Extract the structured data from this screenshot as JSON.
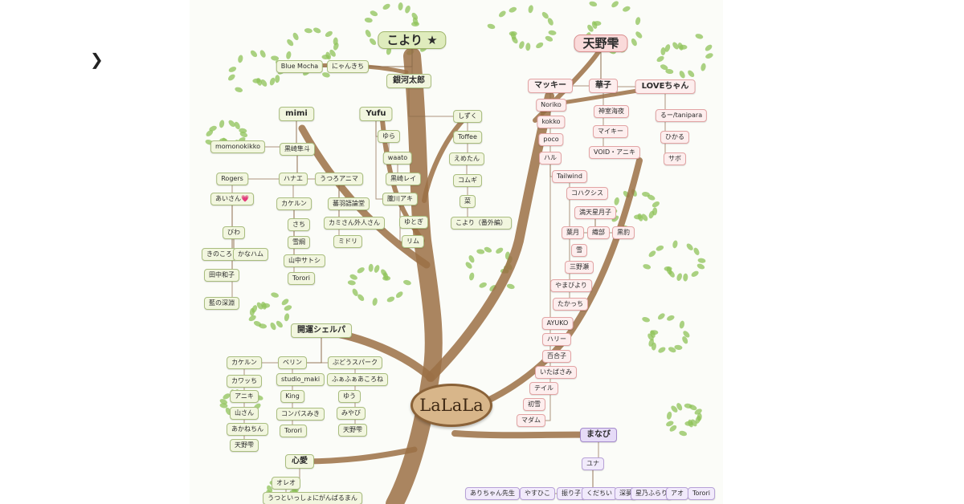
{
  "left_mark": "❯",
  "center_label": "LaLaLa",
  "colors": {
    "green_bg": "#f2f6df",
    "pink_bg": "#fdeeee",
    "violet_bg": "#f1eafb",
    "trunk": "#9b7045",
    "leaf": "#8fc35a"
  },
  "nodes": {
    "koyori": "こより ★",
    "blue_mocha": "Blue Mocha",
    "nyankichi": "にゃんきち",
    "ginga": "銀河太郎",
    "mimi": "mimi",
    "momonokikko": "momonokikko",
    "kurosaki_hayato": "黒崎隼斗",
    "rogers": "Rogers",
    "aisan": "あいさん💗",
    "biwa": "びわ",
    "kinokoro": "きのころ",
    "kanaham": "かなハム",
    "tanaka": "田中和子",
    "ai_shinen": "藍の深淵",
    "hanae": "ハナエ",
    "kakerun_top": "カケルン",
    "sachi": "さち",
    "yukiami": "雪綱",
    "yamanaka": "山中サトシ",
    "torori_top": "Torori",
    "utsuro": "うつろアニマ",
    "banha": "蕃羽語論堂",
    "kamisan": "カミさん外人さん",
    "midori": "ミドリ",
    "yufu": "Yufu",
    "yura": "ゆら",
    "waato": "waato",
    "kurosaki_rei": "黒崎レイ",
    "oborogawa": "朧川アキ",
    "yutogi": "ゆとぎ",
    "rimu": "リム",
    "shizuku": "しずく",
    "toffee": "Toffee",
    "emetan": "えめたん",
    "komugi": "コムギ",
    "na": "菜",
    "koyori_ex": "こより（番外編）",
    "kaiun": "開運シェルパ",
    "kakerun_b": "カケルン",
    "kawatchi": "カワッち",
    "aniki_b": "アニキ",
    "yamasan": "山さん",
    "akaneru": "あかねちん",
    "amano_b": "天野雫",
    "berin": "ベリン",
    "studio_maki": "studio_maki",
    "king": "King",
    "compass": "コンパスみき",
    "torori_b": "Torori",
    "budou": "ぶどうスパーク",
    "fuafua": "ふぁふぁあころね",
    "yuu": "ゆう",
    "miyabi": "みやび",
    "amano_b2": "天野雫",
    "shinai": "心愛",
    "oreo": "オレオ",
    "utsutoi": "うつといっしょにがんばるまん",
    "amano": "天野雫",
    "makkii": "マッキー",
    "noriko": "Noriko",
    "kokko": "kokko",
    "poco": "poco",
    "haru": "ハル",
    "hanako": "華子",
    "shinmuro": "神室海夜",
    "maikii": "マイキー",
    "void_aniki": "VOID・アニキ",
    "love": "LOVEちゃん",
    "ru_tanipara": "るー/tanipara",
    "hikaru": "ひかる",
    "sabo": "サボ",
    "tailwind": "Tailwind",
    "kohakushisu": "コハクシス",
    "mantenhoshi": "満天星月子",
    "hazuki": "葉月",
    "orisbe": "織部",
    "kurohyo": "黒豹",
    "yuki": "雪",
    "sannose": "三野瀬",
    "yamabiyori": "やまびより",
    "takacchi": "たかっち",
    "ayuko": "AYUKO",
    "harii": "ハリー",
    "yuriko": "百合子",
    "itabasami": "いたばさみ",
    "teiru": "テイル",
    "hatsuyuki": "初雪",
    "madamu": "マダム",
    "manabi": "まなび",
    "yuna": "ユナ",
    "arichan": "ありちゃん先生",
    "yasuhiko": "やすひこ",
    "furiko": "振り子",
    "kudasai": "くだちい",
    "shinmu": "深夢",
    "hoshinofurari": "星乃ふらり",
    "ao": "アオ",
    "torori_v": "Torori"
  }
}
